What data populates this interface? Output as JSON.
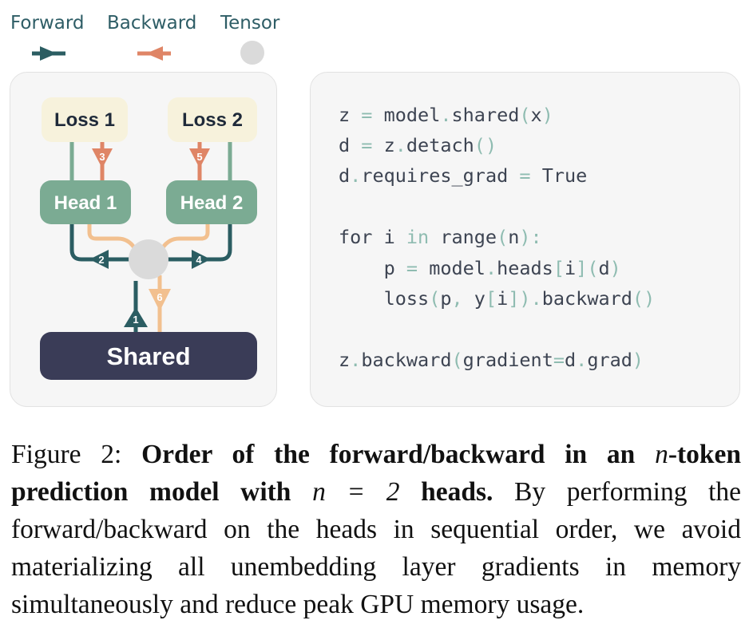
{
  "legend": {
    "forward_label": "Forward",
    "backward_label": "Backward",
    "tensor_label": "Tensor"
  },
  "colors": {
    "forward": "#2b5d62",
    "backward": "#df8566",
    "backward_light": "#f2c08f",
    "tensor": "#dadada",
    "loss_box": "#f7f2dc",
    "head_box": "#7bab93",
    "shared_box": "#3a3c57"
  },
  "diagram": {
    "loss1": "Loss 1",
    "loss2": "Loss 2",
    "head1": "Head 1",
    "head2": "Head 2",
    "shared": "Shared",
    "steps": [
      "1",
      "2",
      "3",
      "4",
      "5",
      "6"
    ]
  },
  "code": {
    "lines": [
      "z = model.shared(x)",
      "d = z.detach()",
      "d.requires_grad = True",
      "",
      "for i in range(n):",
      "    p = model.heads[i](d)",
      "    loss(p, y[i]).backward()",
      "",
      "z.backward(gradient=d.grad)"
    ]
  },
  "caption": {
    "label": "Figure 2:",
    "title_part1": "Order of the forward/backward in an",
    "title_n1": "n",
    "title_part2": "-token prediction model with",
    "title_eq": "n = 2",
    "title_part3": "heads.",
    "body": "By performing the forward/backward on the heads in sequential order, we avoid materializing all unembedding layer gradients in memory simultaneously and reduce peak GPU memory usage."
  }
}
